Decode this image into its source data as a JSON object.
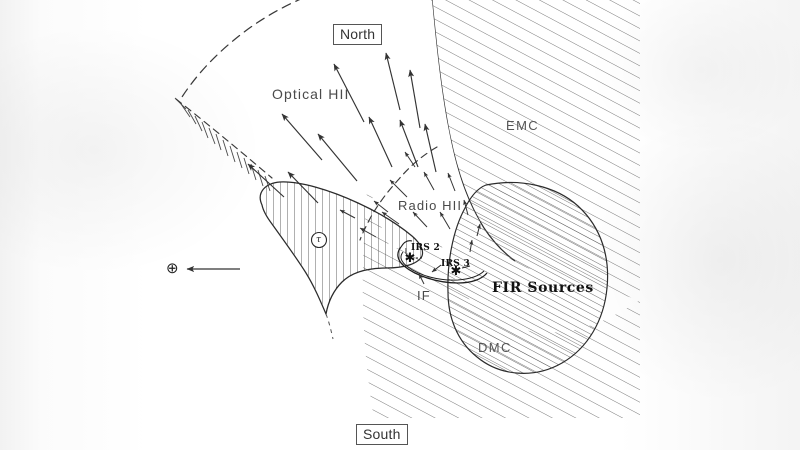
{
  "figure": {
    "kind": "astronomical-schematic",
    "background_color": "#ffffff",
    "ink_color": "#333333"
  },
  "orientation": {
    "north_label": "North",
    "south_label": "South"
  },
  "regions": [
    {
      "id": "optical-hii",
      "label": "Optical HII"
    },
    {
      "id": "radio-hii",
      "label": "Radio HII"
    },
    {
      "id": "emc",
      "label": "EMC"
    },
    {
      "id": "dmc",
      "label": "DMC"
    }
  ],
  "annotations": {
    "fir_sources": "FIR Sources",
    "ionization_front": "IF",
    "optical_depth_symbol": "τ",
    "observer_symbol": "⊕"
  },
  "point_sources": [
    {
      "label": "IRS 2",
      "marker": "star"
    },
    {
      "label": "IRS 3",
      "marker": "star"
    }
  ],
  "chart_data": {
    "type": "diagram",
    "title": "",
    "description": "Schematic cross-section of an HII region / molecular cloud complex",
    "elements": [
      "Optical HII cone opening to the upper left, bounded by a dashed ionization boundary with tick hatching",
      "Radio HII sub-region nearer the ionization front, bounded by a dashed arc",
      "Vertically hatched neutral bar / tongue crossing the HII cone from the left",
      "Diagonally hatched EMC (extended molecular cloud) filling the right and lower field",
      "Densely hatched DMC (dense molecular cloud) blob containing the FIR Sources",
      "Ionization front (IF) marked along the cloud-facing edge",
      "Flow arrows directed outward from the ionization front into the HII gas",
      "Observer direction arrow to the left marked with the Earth symbol"
    ]
  }
}
